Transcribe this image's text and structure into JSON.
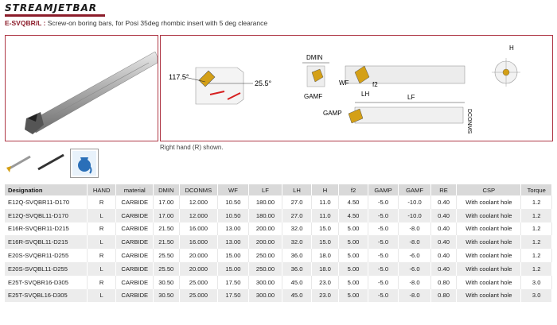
{
  "header": {
    "brand": "STREAMJETBAR",
    "series_code": "E-SVQBR/L :",
    "description": "Screw-on boring bars, for Posi 35deg rhombic insert with 5 deg clearance"
  },
  "figure": {
    "angle_a": "117.5°",
    "angle_b": "25.5°",
    "dims": {
      "dmin": "DMIN",
      "gamf": "GAMF",
      "wf": "WF",
      "f2": "f2",
      "lh": "LH",
      "lf": "LF",
      "dconms": "DCONMS",
      "gamp": "GAMP",
      "h": "H"
    },
    "caption": "Right hand (R) shown."
  },
  "table": {
    "columns": [
      "Designation",
      "HAND",
      "material",
      "DMIN",
      "DCONMS",
      "WF",
      "LF",
      "LH",
      "H",
      "f2",
      "GAMP",
      "GAMF",
      "RE",
      "CSP",
      "Torque"
    ],
    "rows": [
      [
        "E12Q-SVQBR11-D170",
        "R",
        "CARBIDE",
        "17.00",
        "12.000",
        "10.50",
        "180.00",
        "27.0",
        "11.0",
        "4.50",
        "-5.0",
        "-10.0",
        "0.40",
        "With coolant hole",
        "1.2"
      ],
      [
        "E12Q-SVQBL11-D170",
        "L",
        "CARBIDE",
        "17.00",
        "12.000",
        "10.50",
        "180.00",
        "27.0",
        "11.0",
        "4.50",
        "-5.0",
        "-10.0",
        "0.40",
        "With coolant hole",
        "1.2"
      ],
      [
        "E16R-SVQBR11-D215",
        "R",
        "CARBIDE",
        "21.50",
        "16.000",
        "13.00",
        "200.00",
        "32.0",
        "15.0",
        "5.00",
        "-5.0",
        "-8.0",
        "0.40",
        "With coolant hole",
        "1.2"
      ],
      [
        "E16R-SVQBL11-D215",
        "L",
        "CARBIDE",
        "21.50",
        "16.000",
        "13.00",
        "200.00",
        "32.0",
        "15.0",
        "5.00",
        "-5.0",
        "-8.0",
        "0.40",
        "With coolant hole",
        "1.2"
      ],
      [
        "E20S-SVQBR11-D255",
        "R",
        "CARBIDE",
        "25.50",
        "20.000",
        "15.00",
        "250.00",
        "36.0",
        "18.0",
        "5.00",
        "-5.0",
        "-6.0",
        "0.40",
        "With coolant hole",
        "1.2"
      ],
      [
        "E20S-SVQBL11-D255",
        "L",
        "CARBIDE",
        "25.50",
        "20.000",
        "15.00",
        "250.00",
        "36.0",
        "18.0",
        "5.00",
        "-5.0",
        "-6.0",
        "0.40",
        "With coolant hole",
        "1.2"
      ],
      [
        "E25T-SVQBR16-D305",
        "R",
        "CARBIDE",
        "30.50",
        "25.000",
        "17.50",
        "300.00",
        "45.0",
        "23.0",
        "5.00",
        "-5.0",
        "-8.0",
        "0.80",
        "With coolant hole",
        "3.0"
      ],
      [
        "E25T-SVQBL16-D305",
        "L",
        "CARBIDE",
        "30.50",
        "25.000",
        "17.50",
        "300.00",
        "45.0",
        "23.0",
        "5.00",
        "-5.0",
        "-8.0",
        "0.80",
        "With coolant hole",
        "3.0"
      ]
    ]
  }
}
